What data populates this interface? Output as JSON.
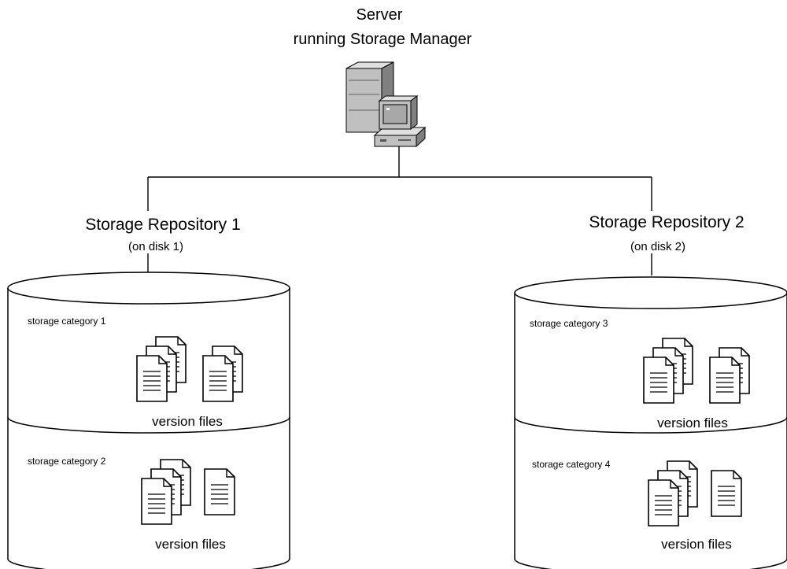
{
  "server": {
    "title_line1": "Server",
    "title_line2": "running Storage Manager",
    "icon": "server-computer-icon"
  },
  "repositories": [
    {
      "title": "Storage Repository 1",
      "disk": "(on disk 1)",
      "categories": [
        {
          "label": "storage category 1",
          "files_label": "version files",
          "icon": "document-stack-icon"
        },
        {
          "label": "storage category 2",
          "files_label": "version files",
          "icon": "document-stack-icon"
        }
      ]
    },
    {
      "title": "Storage Repository 2",
      "disk": "(on disk 2)",
      "categories": [
        {
          "label": "storage category 3",
          "files_label": "version files",
          "icon": "document-stack-icon"
        },
        {
          "label": "storage category 4",
          "files_label": "version files",
          "icon": "document-stack-icon"
        }
      ]
    }
  ],
  "colors": {
    "line": "#000000",
    "server_gray": "#c0c0c0",
    "screen": "#a8a8a8",
    "background": "#ffffff"
  }
}
